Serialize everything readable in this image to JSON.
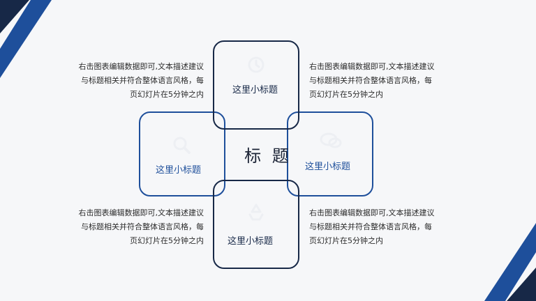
{
  "center": {
    "title": "标 题"
  },
  "boxes": {
    "top": {
      "label": "这里小标题"
    },
    "left": {
      "label": "这里小标题"
    },
    "right": {
      "label": "这里小标题"
    },
    "bottom": {
      "label": "这里小标题"
    }
  },
  "paragraphs": {
    "top_left": {
      "lines": [
        "右击图表编辑数据即可,文本描述建议",
        "与标题相关并符合整体语言风格，每",
        "页幻灯片在5分钟之内"
      ]
    },
    "top_right": {
      "lines": [
        "右击图表编辑数据即可,文本描述建议",
        "与标题相关并符合整体语言风格，每",
        "页幻灯片在5分钟之内"
      ]
    },
    "bottom_left": {
      "lines": [
        "右击图表编辑数据即可,文本描述建议",
        "与标题相关并符合整体语言风格，每",
        "页幻灯片在5分钟之内"
      ]
    },
    "bottom_right": {
      "lines": [
        "右击图表编辑数据即可,文本描述建议",
        "与标题相关并符合整体语言风格，每",
        "页幻灯片在5分钟之内"
      ]
    }
  },
  "colors": {
    "navy": "#172847",
    "blue": "#1e4f9b",
    "background": "#f6f7f9"
  },
  "icons": {
    "top": "clock-icon",
    "left": "magnifier-icon",
    "right": "chat-icon",
    "bottom": "recycle-icon"
  }
}
